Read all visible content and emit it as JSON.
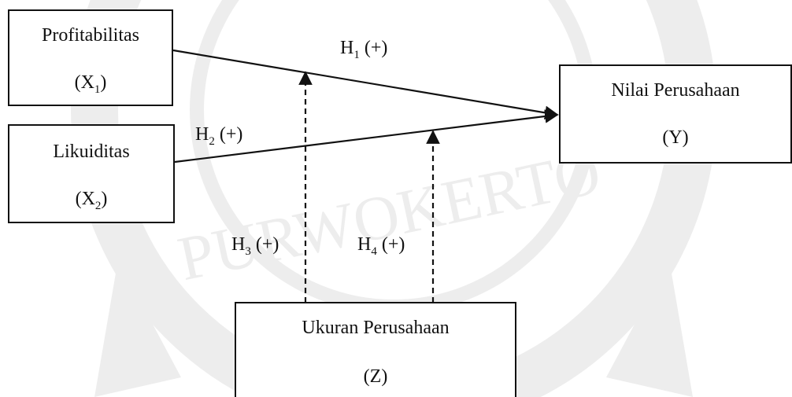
{
  "boxes": {
    "x1": {
      "title": "Profitabilitas",
      "var_base": "X",
      "var_sub": "1"
    },
    "x2": {
      "title": "Likuiditas",
      "var_base": "X",
      "var_sub": "2"
    },
    "y": {
      "title": "Nilai Perusahaan",
      "var_base": "Y",
      "var_sub": ""
    },
    "z": {
      "title": "Ukuran Perusahaan",
      "var_base": "Z",
      "var_sub": ""
    }
  },
  "hypotheses": [
    {
      "base": "H",
      "sub": "1",
      "sign": "(+)"
    },
    {
      "base": "H",
      "sub": "2",
      "sign": "(+)"
    },
    {
      "base": "H",
      "sub": "3",
      "sign": "(+)"
    },
    {
      "base": "H",
      "sub": "4",
      "sign": "(+)"
    }
  ],
  "watermark_text": "PURWOKERTO",
  "colors": {
    "line": "#111111",
    "watermark": "#7a7a7a"
  }
}
